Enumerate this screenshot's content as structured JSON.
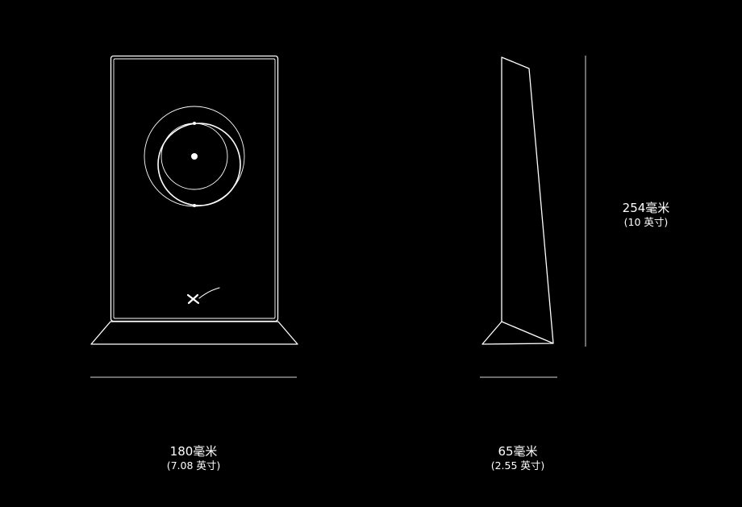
{
  "dimensions": {
    "width": {
      "value": "180毫米",
      "imperial": "(7.08 英寸)"
    },
    "depth": {
      "value": "65毫米",
      "imperial": "(2.55 英寸)"
    },
    "height": {
      "value": "254毫米",
      "imperial": "(10 英寸)"
    }
  },
  "colors": {
    "background": "#000000",
    "line": "#ffffff"
  },
  "icons": {
    "brand_mark": "x-logo-icon"
  }
}
